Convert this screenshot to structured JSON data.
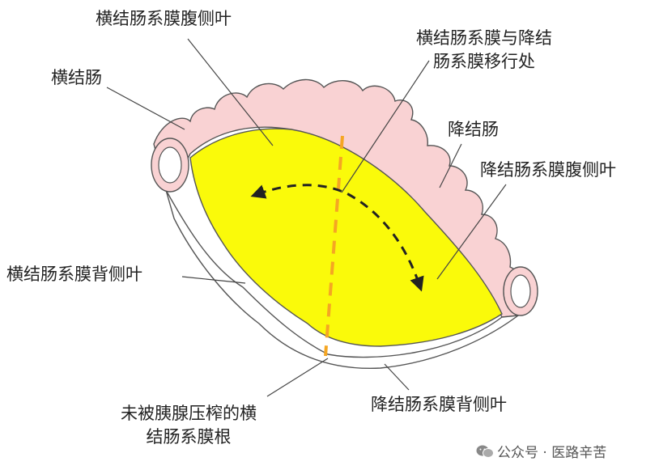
{
  "labels": {
    "transverse_mesocolon_ventral": "横结肠系膜腹侧叶",
    "junction": [
      "横结肠系膜与降结",
      "肠系膜移行处"
    ],
    "transverse_colon": "横结肠",
    "descending_colon": "降结肠",
    "descending_mesocolon_ventral": "降结肠系膜腹侧叶",
    "transverse_mesocolon_dorsal": "横结肠系膜背侧叶",
    "root": [
      "未被胰腺压榨的横",
      "结肠系膜根"
    ],
    "descending_mesocolon_dorsal": "降结肠系膜背侧叶"
  },
  "watermark": {
    "icon": "wechat-icon",
    "text": "公众号 · 医路辛苦"
  },
  "colors": {
    "colon": "#f9d2d3",
    "mesentery": "#fafa0a",
    "outline": "#555555",
    "dashed_line": "#f5a623",
    "arrow": "#222222"
  }
}
